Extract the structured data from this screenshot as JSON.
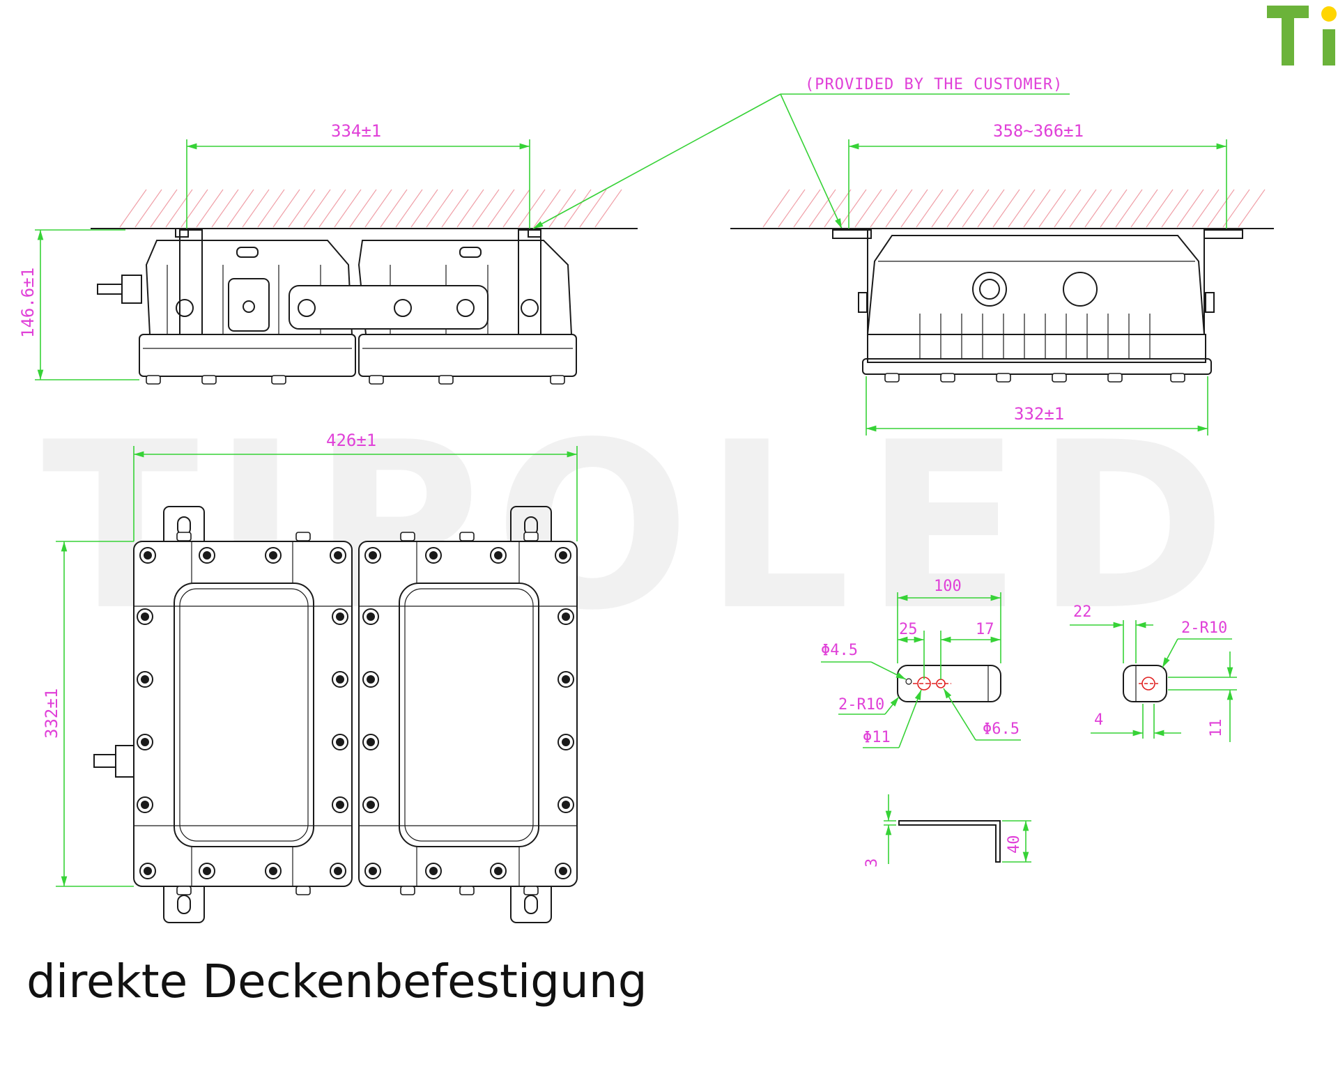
{
  "logo": {
    "text": "Ti",
    "green": "#6bb33a",
    "yellow": "#ffd500"
  },
  "watermark": "TIPOLED",
  "note_customer": "(PROVIDED BY THE CUSTOMER)",
  "dimensions": {
    "front_width": "334±1",
    "side_range": "358~366±1",
    "side_height": "146.6±1",
    "side_bottom": "332±1",
    "top_width": "426±1",
    "top_height": "332±1"
  },
  "bracket": {
    "length": "100",
    "hole_offset": "25",
    "end_offset": "17",
    "hole_small": "Φ4.5",
    "corner_radius": "2-R10",
    "hole_large": "Φ11",
    "hole_mid": "Φ6.5",
    "side_width": "22",
    "side_radius": "2-R10",
    "side_slot": "4",
    "side_depth": "11",
    "thickness": "3",
    "leg_height": "40"
  },
  "caption": "direkte Deckenbefestigung"
}
